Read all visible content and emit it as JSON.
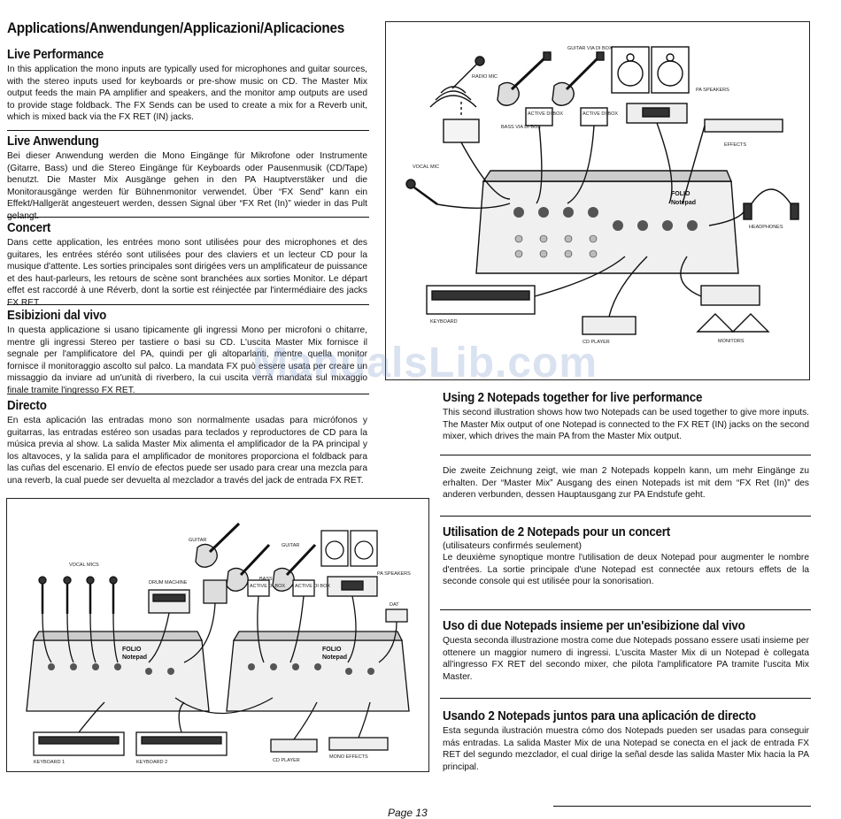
{
  "title": "Applications/Anwendungen/Applicazioni/Aplicaciones",
  "left_sections": [
    {
      "heading": "Live Performance",
      "body": "In this application the mono inputs are typically used for microphones and guitar sources, with the stereo inputs used for keyboards or pre-show music on CD.  The Master Mix output feeds the main PA amplifier and speakers, and the monitor amp outputs are used to provide stage foldback.  The FX Sends can be used to create a mix for a Reverb unit, which is mixed back  via the FX RET (IN) jacks."
    },
    {
      "heading": "Live Anwendung",
      "body": "Bei dieser Anwendung werden die Mono Eingänge für Mikrofone oder Instrumente (Gitarre, Bass) und die Stereo Eingänge für Keyboards oder Pausenmusik (CD/Tape) benutzt. Die Master Mix Ausgänge gehen in den PA Hauptverstäker und die Monitorausgänge werden für Bühnenmonitor verwendet. Über “FX Send” kann ein Effekt/Hallgerät angesteuert werden, dessen Signal über “FX Ret (In)” wieder in das Pult gelangt."
    },
    {
      "heading": "Concert",
      "body": "Dans cette application, les entrées mono sont utilisées pour des microphones et des guitares, les entrées stéréo sont utilisées pour des claviers et un lecteur CD pour la musique d'attente. Les sorties principales sont dirigées vers un amplificateur de puissance et des haut-parleurs, les retours de scène sont branchées aux sorties Monitor. Le départ effet est raccordé à une Réverb, dont la sortie est réinjectée par l'intermédiaire des jacks FX RET."
    },
    {
      "heading": "Esibizioni dal vivo",
      "body": "In questa applicazione si usano tipicamente gli ingressi Mono per microfoni o chitarre, mentre gli ingressi Stereo per tastiere o basi su CD. L'uscita Master Mix fornisce il segnale per l'amplificatore del PA, quindi per gli altoparlanti, mentre quella monitor fornisce il monitoraggio ascolto sul palco. La mandata FX può essere usata per creare un missaggio da inviare ad un'unità di riverbero, la cui uscita verrà mandata sul mixaggio finale tramite l'ingresso FX RET."
    },
    {
      "heading": "Directo",
      "body": "En esta aplicación las entradas mono son normalmente usadas para micrófonos y guitarras, las entradas estéreo son usadas para teclados y reproductores de CD para la música previa al show. La salida Master Mix alimenta el amplificador de la PA principal y los altavoces, y la salida para el amplificador de monitores proporciona el foldback para las cuñas del escenario. El envío de efectos puede ser usado para crear una mezcla para una reverb, la cual puede ser devuelta al mezclador a través del jack de entrada FX RET."
    }
  ],
  "right_sections": [
    {
      "heading": "Using 2 Notepads together for live performance",
      "sub": "",
      "body": "This second illustration shows how two Notepads can be used together to give more inputs.  The Master Mix output of one Notepad is connected to the FX RET (IN) jacks on the second mixer, which drives the main PA from the Master Mix output."
    },
    {
      "heading": "",
      "sub": "",
      "body": "Die zweite Zeichnung zeigt, wie man 2 Notepads koppeln kann, um mehr Eingänge zu erhalten. Der  “Master Mix” Ausgang des einen Notepads ist mit dem “FX Ret (In)” des anderen verbunden, dessen Hauptausgang zur PA Endstufe geht."
    },
    {
      "heading": "Utilisation de 2 Notepads pour un concert",
      "sub": "(utilisateurs confirmés seulement)",
      "body": "Le deuxième synoptique montre l'utilisation de deux Notepad pour augmenter le nombre d'entrées.  La sortie principale d'une Notepad est connectée aux retours effets de la seconde console qui est utilisée pour la sonorisation."
    },
    {
      "heading": "Uso di due Notepads insieme per un'esibizione dal vivo",
      "sub": "",
      "body": "Questa seconda illustrazione mostra come due Notepads possano essere usati insieme per ottenere un maggior numero di ingressi. L'uscita Master Mix di un Notepad è collegata all'ingresso FX RET del secondo mixer, che pilota l'amplificatore PA tramite l'uscita Mix Master."
    },
    {
      "heading": "Usando 2 Notepads juntos para una aplicación de directo",
      "sub": "",
      "body": "Esta segunda ilustración muestra cómo dos Notepads pueden ser usadas para conseguir más entradas. La salida Master Mix de una Notepad se conecta en el jack de entrada FX RET del segundo mezclador, el cual dirige la señal desde las salida Master Mix hacia la PA principal."
    }
  ],
  "figure1": {
    "labels": {
      "radio_mic": "RADIO MIC",
      "guitar_via_di": "GUITAR VIA DI BOX",
      "bass_via_di": "BASS VIA DI BOX",
      "active_di": "ACTIVE DI BOX",
      "pa_speakers": "PA SPEAKERS",
      "effects": "EFFECTS",
      "vocal_mic": "VOCAL MIC",
      "headphones": "HEADPHONES",
      "keyboard": "KEYBOARD",
      "cd_player": "CD PLAYER",
      "monitors": "MONITORS",
      "brand": "FOLIO",
      "model": "Notepad"
    }
  },
  "figure2": {
    "labels": {
      "guitar": "GUITAR",
      "bass": "BASS",
      "vocal_mics": "VOCAL MICS",
      "drum_machine": "DRUM MACHINE",
      "active_di": "ACTIVE DI BOX",
      "pa_speakers": "PA SPEAKERS",
      "dat": "DAT",
      "keyboard1": "KEYBOARD 1",
      "keyboard2": "KEYBOARD 2",
      "cd_player": "CD PLAYER",
      "mono_effects": "MONO EFFECTS",
      "brand": "FOLIO",
      "model": "Notepad"
    }
  },
  "page": "Page 13",
  "watermark": "ManualsLib.com"
}
